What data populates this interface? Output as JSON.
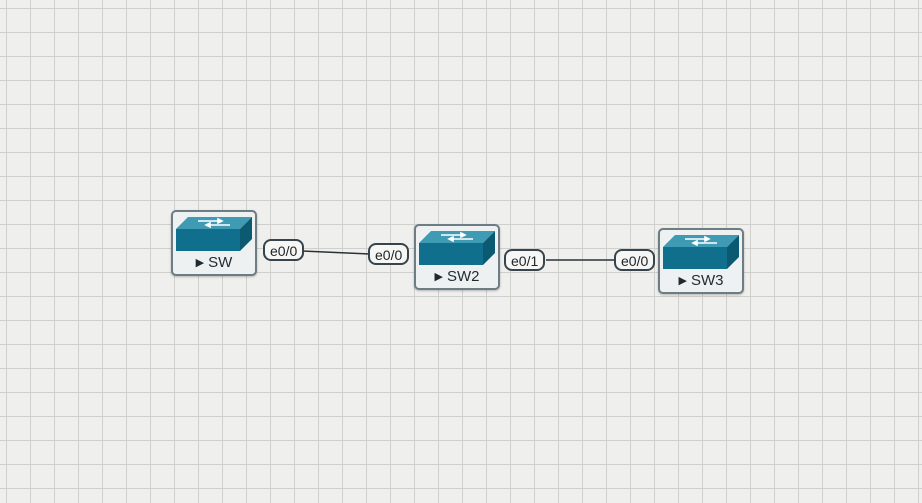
{
  "topology": {
    "nodes": [
      {
        "id": "sw",
        "label": "SW",
        "icon": "switch-icon"
      },
      {
        "id": "sw2",
        "label": "SW2",
        "icon": "switch-icon"
      },
      {
        "id": "sw3",
        "label": "SW3",
        "icon": "switch-icon"
      }
    ],
    "links": [
      {
        "from": "sw",
        "from_port": "e0/0",
        "to": "sw2",
        "to_port": "e0/0"
      },
      {
        "from": "sw2",
        "from_port": "e0/1",
        "to": "sw3",
        "to_port": "e0/0"
      }
    ]
  },
  "colors": {
    "switch_body": "#0f6f8c",
    "switch_top": "#2f8fa8",
    "link_line": "#2a3238",
    "canvas_bg": "#efefed",
    "grid_line": "#cfcfcb"
  }
}
